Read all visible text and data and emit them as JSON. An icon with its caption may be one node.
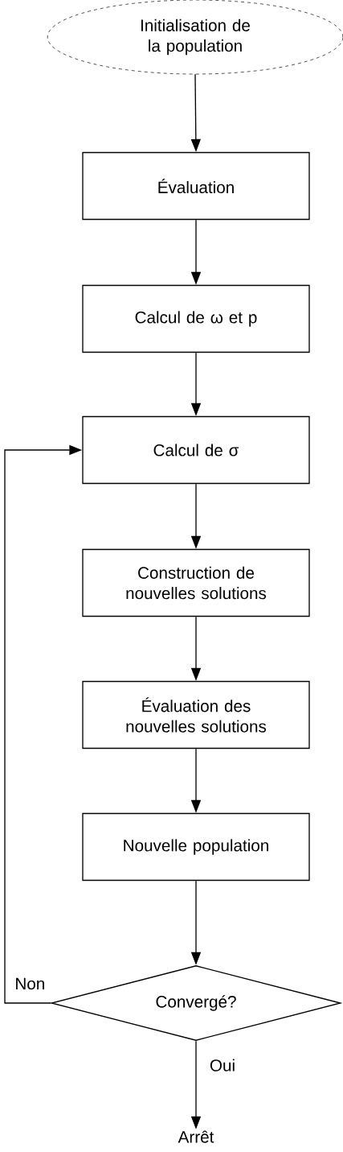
{
  "diagram": {
    "nodes": [
      {
        "text": [
          "Initialisation de la population"
        ]
      },
      {
        "text": [
          "Évaluation"
        ]
      },
      {
        "text": [
          "Calcul de ω et p"
        ]
      },
      {
        "text": [
          "Calcul de σ"
        ]
      },
      {
        "text": [
          "Construction de nouvelles solutions"
        ]
      },
      {
        "text": [
          "Évaluation des nouvelles solutions"
        ]
      },
      {
        "text": [
          "Nouvelle population"
        ]
      },
      {
        "text": [
          "Convergé?"
        ]
      },
      {
        "text": [
          "Arrêt"
        ]
      }
    ],
    "edges": [
      {
        "from": 0,
        "to": 1,
        "arrow": "to"
      },
      {
        "from": 1,
        "to": 2,
        "arrow": "to"
      },
      {
        "from": 2,
        "to": 3,
        "arrow": "to"
      },
      {
        "from": 3,
        "to": 4,
        "arrow": "to"
      },
      {
        "from": 4,
        "to": 5,
        "arrow": "to"
      },
      {
        "from": 5,
        "to": 6,
        "arrow": "to"
      },
      {
        "from": 6,
        "to": 7,
        "arrow": "to"
      },
      {
        "from": 7,
        "to": 3,
        "arrow": "to",
        "label": "Non"
      },
      {
        "from": 7,
        "to": 8,
        "arrow": "to",
        "label": "Oui"
      }
    ]
  }
}
